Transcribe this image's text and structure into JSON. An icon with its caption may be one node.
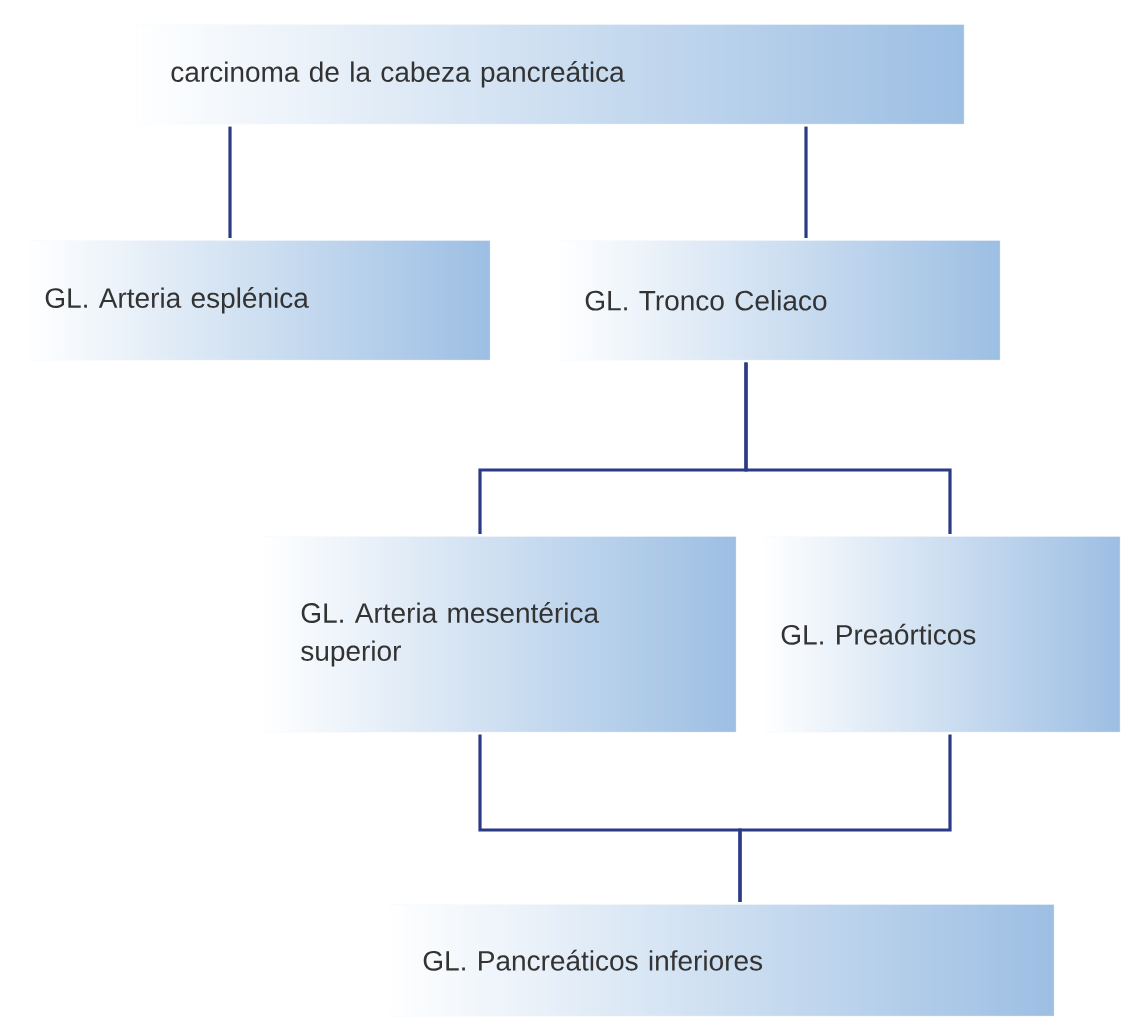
{
  "diagram": {
    "nodes": [
      {
        "text": [
          "carcinoma de la cabeza pancreática"
        ]
      },
      {
        "text": [
          "GL. Arteria esplénica"
        ]
      },
      {
        "text": [
          "GL. Tronco Celiaco"
        ]
      },
      {
        "text": [
          "GL. Arteria mesentérica superior"
        ]
      },
      {
        "text": [
          "GL. Preaórticos"
        ]
      },
      {
        "text": [
          "GL. Pancreáticos inferiores"
        ]
      }
    ],
    "edges": [
      {
        "from": 0,
        "to": 1,
        "arrow": "none"
      },
      {
        "from": 0,
        "to": 2,
        "arrow": "none"
      },
      {
        "from": 2,
        "to": 3,
        "arrow": "none"
      },
      {
        "from": 2,
        "to": 4,
        "arrow": "none"
      },
      {
        "from": 3,
        "to": 5,
        "arrow": "none"
      },
      {
        "from": 4,
        "to": 5,
        "arrow": "none"
      }
    ]
  }
}
